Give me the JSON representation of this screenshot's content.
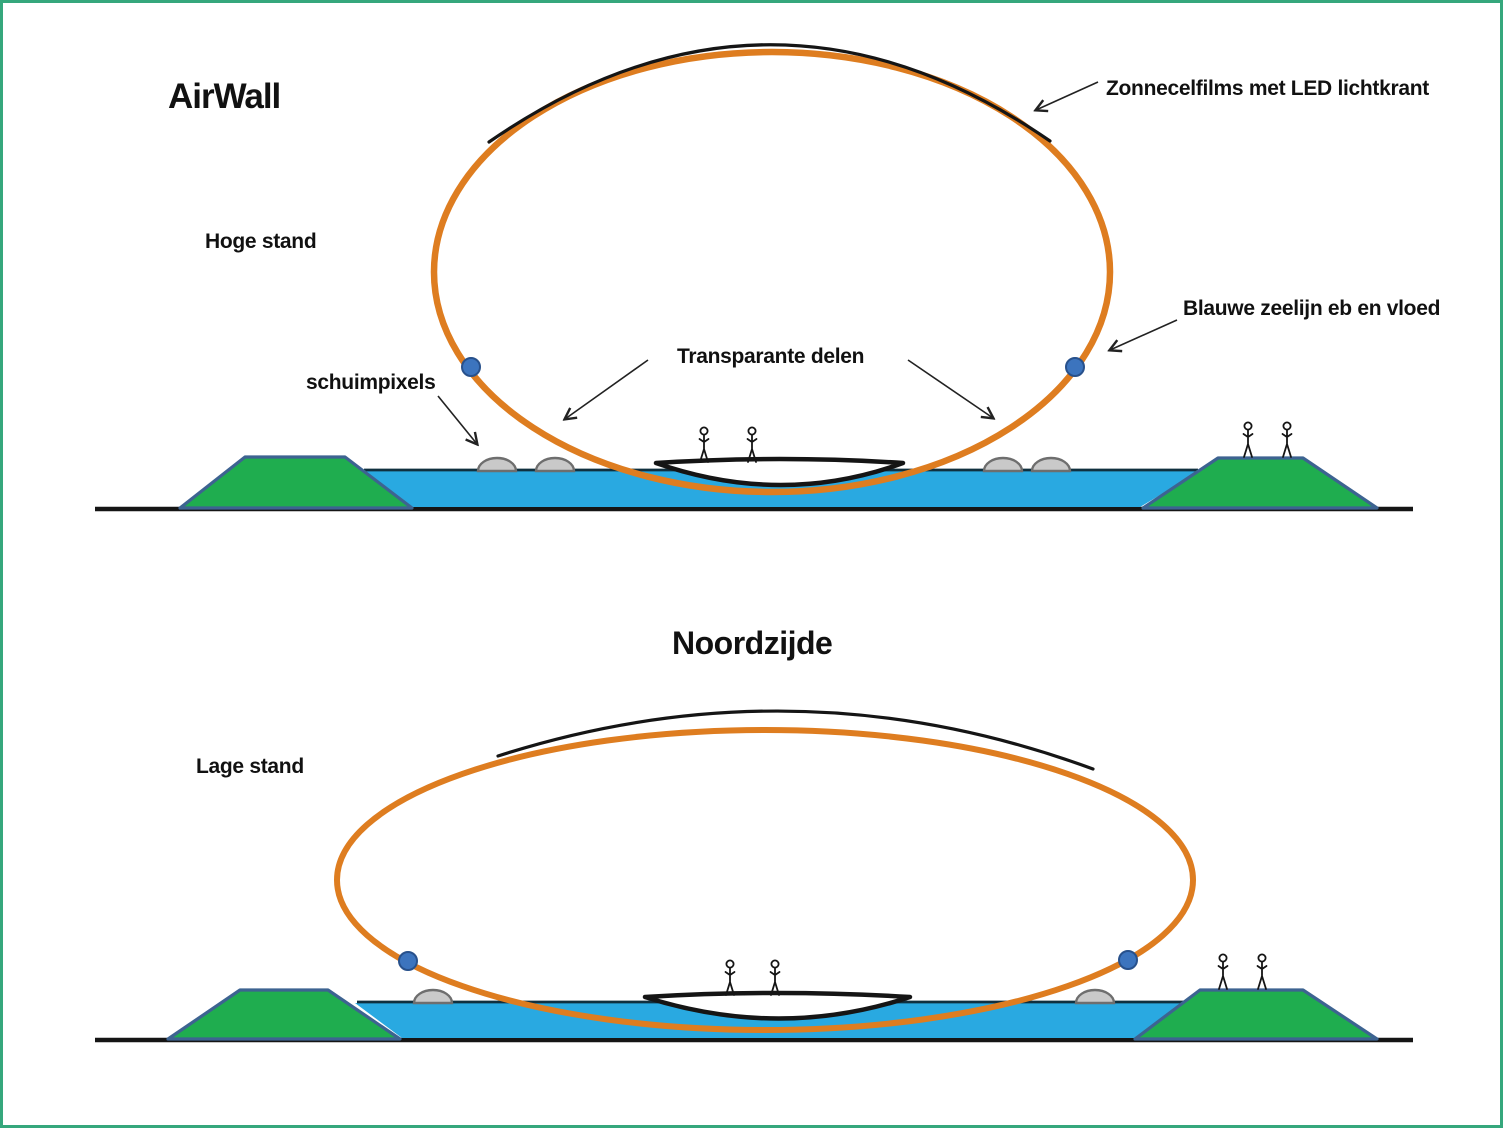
{
  "title": "AirWall",
  "section_title": "Noordzijde",
  "diagrams": {
    "top": {
      "state_label": "Hoge stand",
      "annotations": {
        "solar": "Zonnecelfilms met LED lichtkrant",
        "sealine": "Blauwe zeelijn eb en vloed",
        "foam": "schuimpixels",
        "transparent": "Transparante delen"
      }
    },
    "bottom": {
      "state_label": "Lage stand"
    }
  },
  "colors": {
    "frame_green": "#35A77C",
    "membrane_orange": "#DE7D20",
    "water_blue": "#29A9E1",
    "dike_green": "#1FAD4F",
    "dike_border": "#3D6391",
    "node_blue": "#3C74BE",
    "node_border": "#28518C",
    "foam_gray": "#C9C9C9"
  }
}
